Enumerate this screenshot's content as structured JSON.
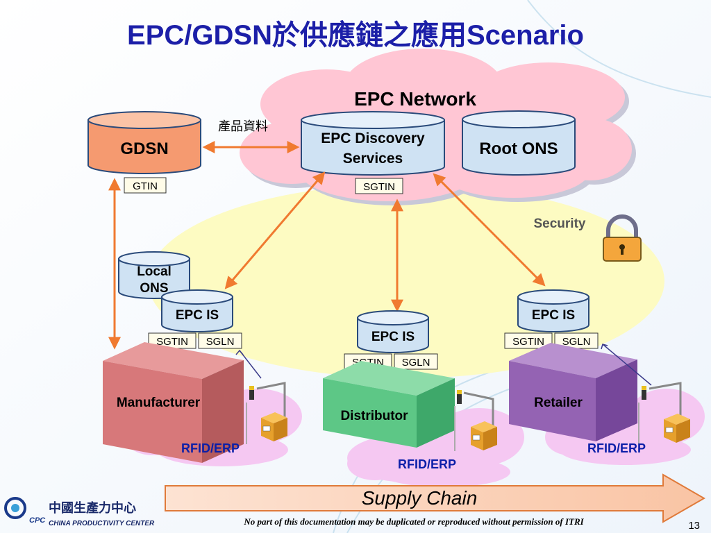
{
  "title": {
    "text_prefix": "EPC/GDSN",
    "text_cjk": "於供應鏈之應用",
    "text_suffix": "Scenario"
  },
  "network": {
    "label": "EPC Network"
  },
  "nodes": {
    "gdsn": "GDSN",
    "discovery_line1": "EPC Discovery",
    "discovery_line2": "Services",
    "root_ons": "Root ONS",
    "local_ons_line1": "Local",
    "local_ons_line2": "ONS",
    "epc_is_manufacturer": "EPC IS",
    "epc_is_distributor": "EPC IS",
    "epc_is_retailer": "EPC IS"
  },
  "tags": {
    "gdsn": "GTIN",
    "discovery": "SGTIN",
    "manufacturer": [
      "SGTIN",
      "SGLN"
    ],
    "distributor": [
      "SGTIN",
      "SGLN"
    ],
    "retailer": [
      "SGTIN",
      "SGLN"
    ]
  },
  "labels": {
    "product_data": "產品資料",
    "security": "Security"
  },
  "parties": {
    "manufacturer": "Manufacturer",
    "distributor": "Distributor",
    "retailer": "Retailer",
    "rfid_manufacturer": "RFID/ERP",
    "rfid_distributor": "RFID/ERP",
    "rfid_retailer": "RFID/ERP"
  },
  "supply_chain": "Supply Chain",
  "footer": {
    "org_cjk": "中國生產力中心",
    "org_en": "CHINA PRODUCTIVITY CENTER",
    "logo_text": "CPC",
    "notice": "No part of this documentation may be duplicated or reproduced without permission of ITRI",
    "page_number": "13"
  },
  "colors": {
    "title": "#1c1fa8",
    "cloud_pink": "#ffc6d4",
    "ellipse_yellow": "#fdfbc2",
    "cylinder_blue": "#cfe2f3",
    "gdsn_orange": "#f59a70",
    "arrow_orange": "#f07a30",
    "manufacturer_box": "#d7787a",
    "distributor_box": "#5dc786",
    "retailer_box": "#9463b3",
    "rfid_text": "#0a1ea8",
    "rfid_cloud": "#f5c8f2"
  }
}
